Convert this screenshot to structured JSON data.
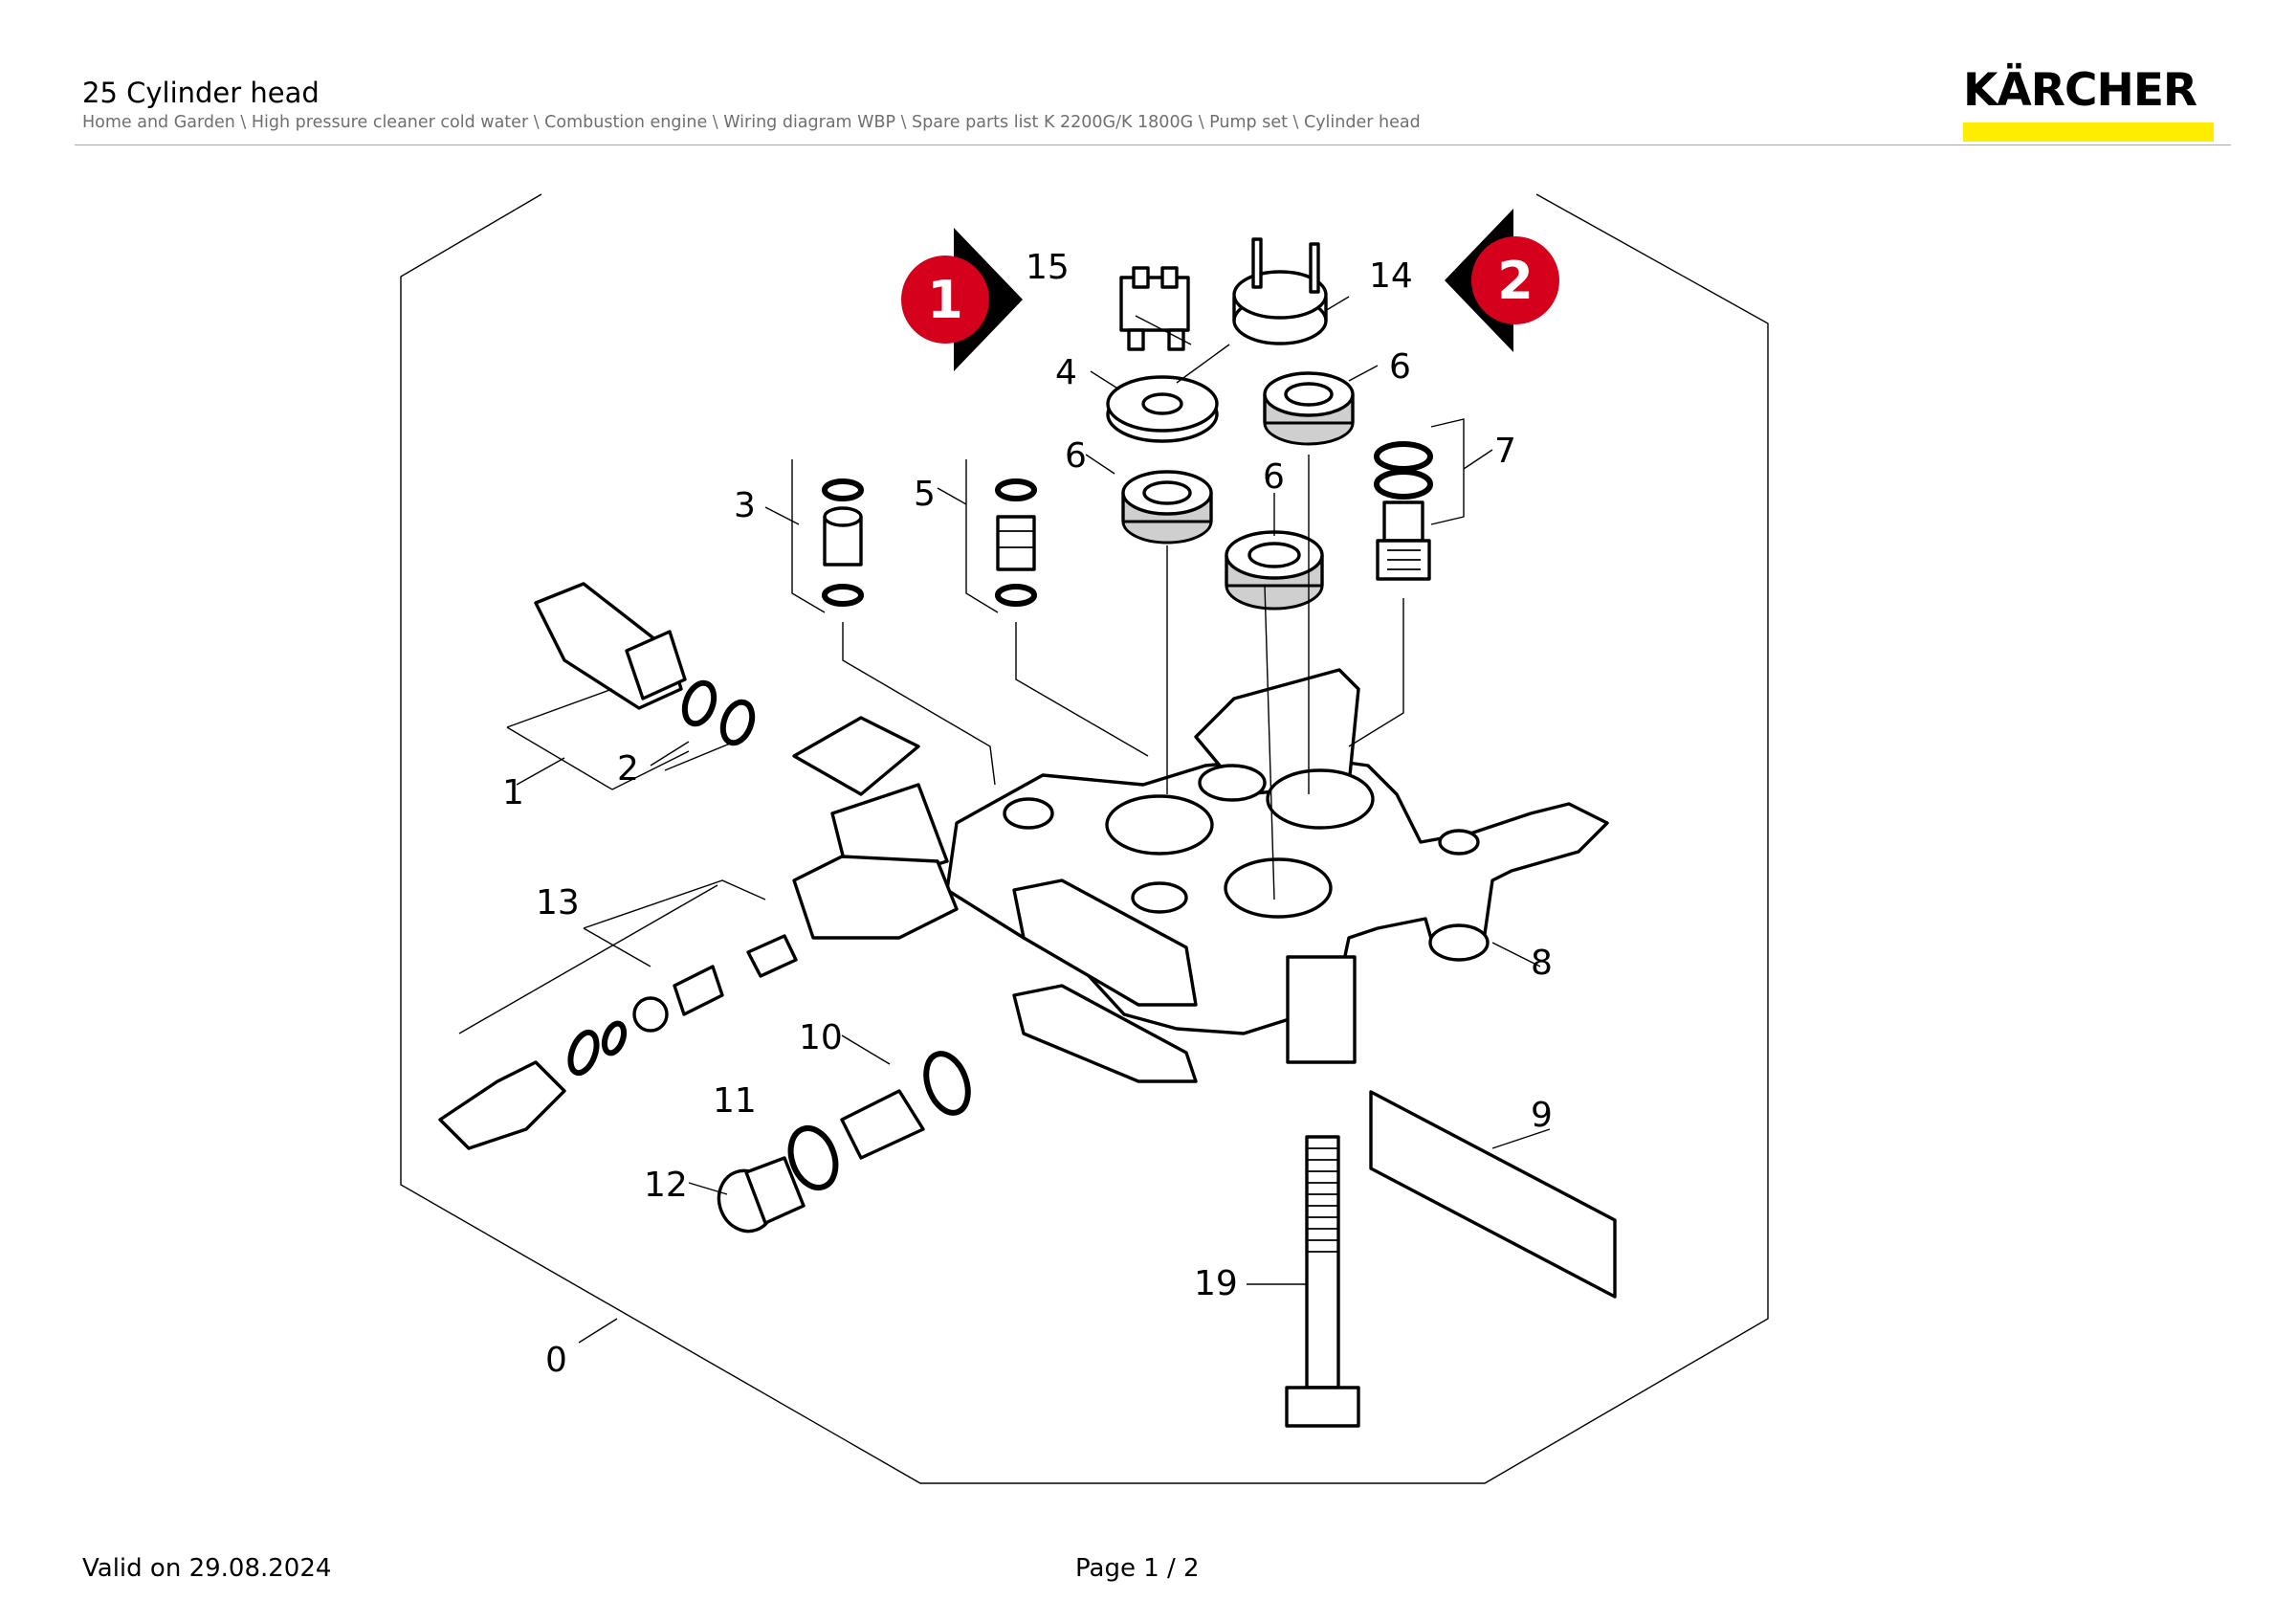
{
  "header": {
    "title": "25 Cylinder head",
    "breadcrumb": "Home and Garden \\ High pressure cleaner cold water \\ Combustion engine \\ Wiring diagram WBP \\ Spare parts list K 2200G/K 1800G \\ Pump set \\ Cylinder head"
  },
  "logo": {
    "text": "KÄRCHER",
    "bar_color": "#ffed00"
  },
  "drawing": {
    "markers": [
      "1",
      "2"
    ],
    "marker_color": "#d5001c",
    "labels": {
      "p0": "0",
      "p1": "1",
      "p2": "2",
      "p3": "3",
      "p4": "4",
      "p5": "5",
      "p6a": "6",
      "p6b": "6",
      "p6c": "6",
      "p7": "7",
      "p8": "8",
      "p9": "9",
      "p10": "10",
      "p11": "11",
      "p12": "12",
      "p13": "13",
      "p14": "14",
      "p15": "15",
      "p19": "19"
    }
  },
  "footer": {
    "valid": "Valid on 29.08.2024",
    "page": "Page 1 / 2"
  }
}
